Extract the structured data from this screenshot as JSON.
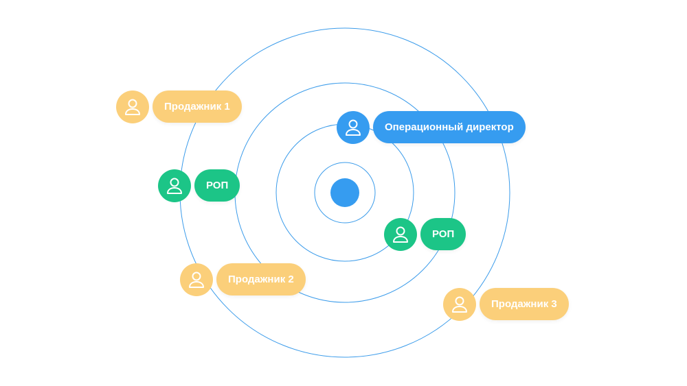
{
  "colors": {
    "yellow": "#FBCF7A",
    "green": "#1CC587",
    "blue": "#369CF0",
    "ring": "#3A9BEA"
  },
  "nodes": [
    {
      "label": "Продажник 1",
      "role": "sales",
      "color": "yellow"
    },
    {
      "label": "Операционный директор",
      "role": "director",
      "color": "blue"
    },
    {
      "label": "РОП",
      "role": "head-of-sales",
      "color": "green"
    },
    {
      "label": "РОП",
      "role": "head-of-sales",
      "color": "green"
    },
    {
      "label": "Продажник 2",
      "role": "sales",
      "color": "yellow"
    },
    {
      "label": "Продажник 3",
      "role": "sales",
      "color": "yellow"
    }
  ]
}
